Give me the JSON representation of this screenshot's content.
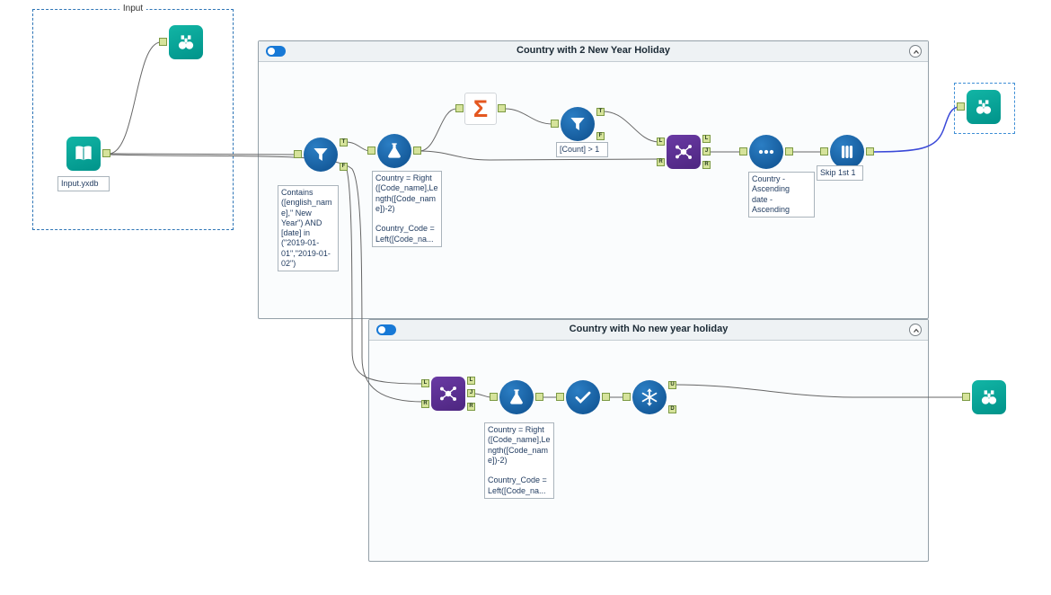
{
  "colors": {
    "tool_blue": "#0d4e8c",
    "tool_teal": "#00938a",
    "tool_purple": "#4d2680",
    "sigma_orange": "#e4571f",
    "wire_gray": "#666666",
    "wire_selected_blue": "#3a49d8",
    "container_border": "#94a0a8",
    "group_dashed_blue": "#2e75b6"
  },
  "icons": {
    "summarize_sigma": "Σ"
  },
  "anchor_labels": {
    "t": "T",
    "f": "F",
    "l": "L",
    "j": "J",
    "r": "R",
    "u": "U",
    "d": "D"
  },
  "input_group": {
    "label": "Input",
    "input_tool_label": "Input.yxdb"
  },
  "container1": {
    "title": "Country with 2 New Year Holiday",
    "annotations": {
      "filter": "Contains ([english_name],\" New Year\") AND [date] in (\"2019-01-01\",\"2019-01-02\")",
      "formula": "Country = Right ([Code_name],Length([Code_name])-2)\n\nCountry_Code = Left([Code_na...",
      "count_filter": "[Count] > 1",
      "sort": "Country - Ascending\ndate - Ascending",
      "sample": "Skip 1st 1"
    }
  },
  "container2": {
    "title": "Country with No new year holiday",
    "annotations": {
      "formula": "Country = Right ([Code_name],Length([Code_name])-2)\n\nCountry_Code = Left([Code_na..."
    }
  }
}
